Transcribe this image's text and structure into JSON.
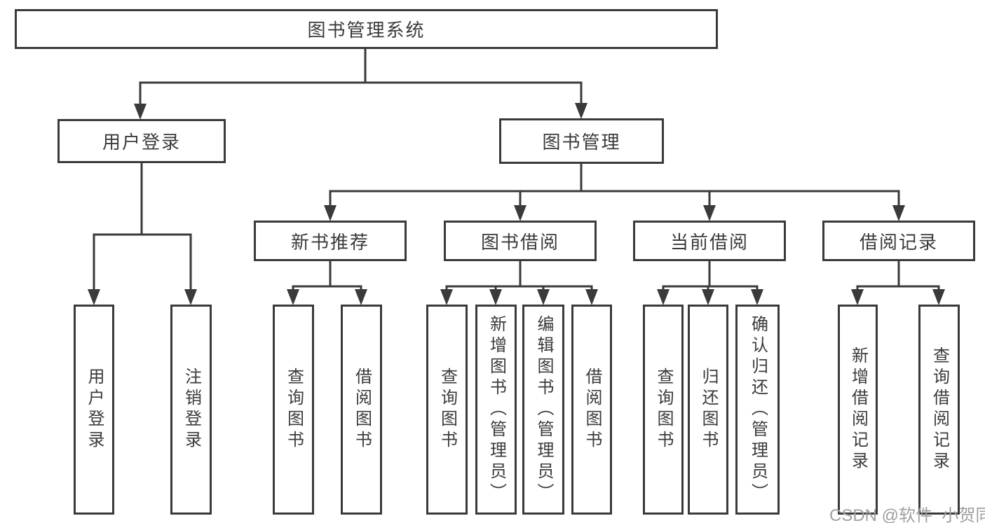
{
  "tree": {
    "label": "图书管理系统",
    "children": [
      {
        "label": "用户登录",
        "children": [
          {
            "label": "用户登录"
          },
          {
            "label": "注销登录"
          }
        ]
      },
      {
        "label": "图书管理",
        "children": [
          {
            "label": "新书推荐",
            "children": [
              {
                "label": "查询图书"
              },
              {
                "label": "借阅图书"
              }
            ]
          },
          {
            "label": "图书借阅",
            "children": [
              {
                "label": "查询图书"
              },
              {
                "label": "新增图书（管理员）"
              },
              {
                "label": "编辑图书（管理员）"
              },
              {
                "label": "借阅图书"
              }
            ]
          },
          {
            "label": "当前借阅",
            "children": [
              {
                "label": "查询图书"
              },
              {
                "label": "归还图书"
              },
              {
                "label": "确认归还（管理员）"
              }
            ]
          },
          {
            "label": "借阅记录",
            "children": [
              {
                "label": "新增借阅记录"
              },
              {
                "label": "查询借阅记录"
              }
            ]
          }
        ]
      }
    ]
  },
  "watermark": "CSDN @软件_小贺同学",
  "colors": {
    "line": "#3a3a3a",
    "text": "#3b3b3b",
    "watermark": "#9f9f9f",
    "background": "#ffffff"
  }
}
